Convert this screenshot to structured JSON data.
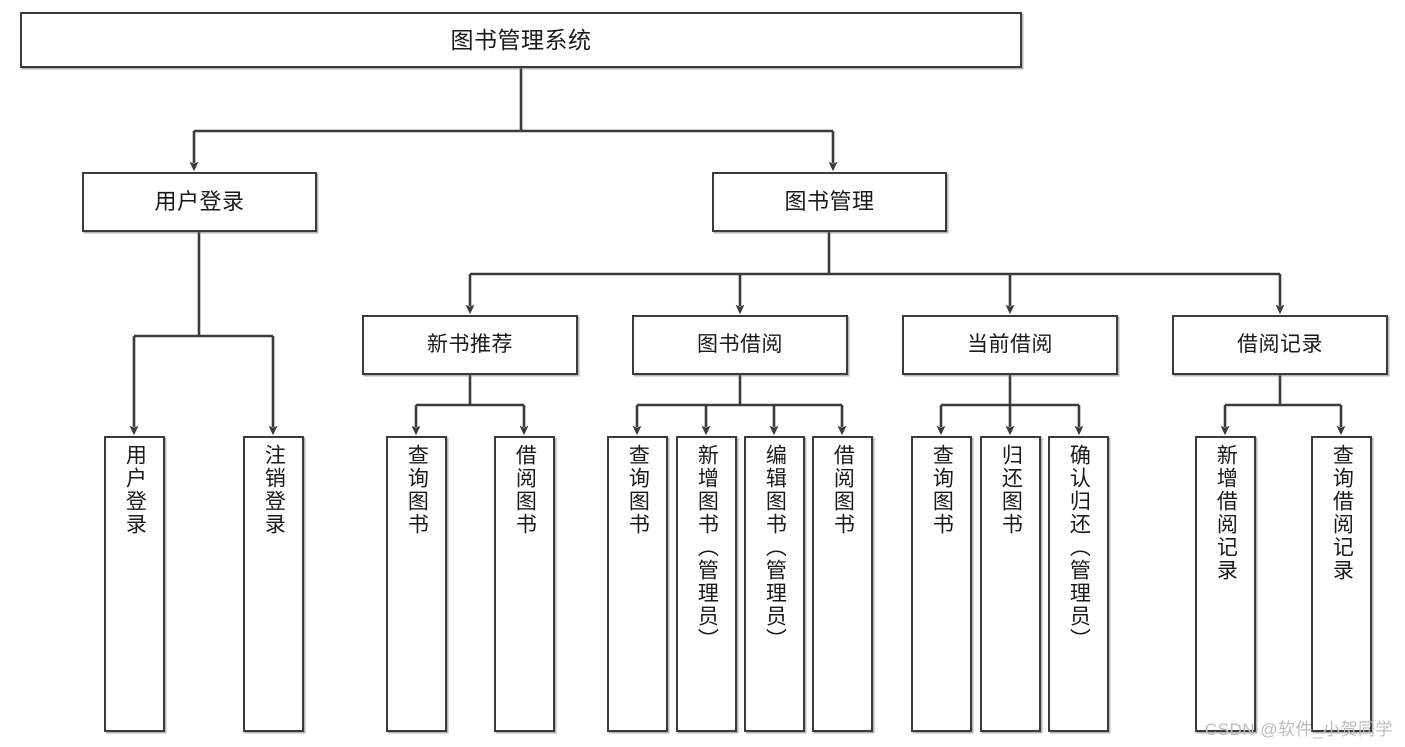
{
  "diagram": {
    "title": "图书管理系统",
    "type": "tree-hierarchy",
    "watermark": "CSDN @软件_小贺同学",
    "colors": {
      "box_border": "#3b3b3b",
      "box_fill": "#ffffff",
      "connector": "#3b3b3b",
      "text": "#1a1a1a",
      "watermark": "#bdbdbd",
      "background": "#ffffff"
    }
  },
  "nodes": {
    "root": {
      "label": "图书管理系统"
    },
    "level2": [
      {
        "id": "user-login",
        "label": "用户登录"
      },
      {
        "id": "book-manage",
        "label": "图书管理"
      }
    ],
    "level3": [
      {
        "id": "new-book-recommend",
        "label": "新书推荐"
      },
      {
        "id": "book-borrow",
        "label": "图书借阅"
      },
      {
        "id": "current-borrow",
        "label": "当前借阅"
      },
      {
        "id": "borrow-record",
        "label": "借阅记录"
      }
    ],
    "leaves": {
      "user_login": [
        {
          "id": "leaf-user-login",
          "label": "用户登录"
        },
        {
          "id": "leaf-logout-login",
          "label": "注销登录"
        }
      ],
      "new_book_recommend": [
        {
          "id": "leaf-query-book-1",
          "label": "查询图书"
        },
        {
          "id": "leaf-borrow-book-1",
          "label": "借阅图书"
        }
      ],
      "book_borrow": [
        {
          "id": "leaf-query-book-2",
          "label": "查询图书"
        },
        {
          "id": "leaf-add-book",
          "label": "新增图书（管理员）"
        },
        {
          "id": "leaf-edit-book",
          "label": "编辑图书（管理员）"
        },
        {
          "id": "leaf-borrow-book-2",
          "label": "借阅图书"
        }
      ],
      "current_borrow": [
        {
          "id": "leaf-query-book-3",
          "label": "查询图书"
        },
        {
          "id": "leaf-return-book",
          "label": "归还图书"
        },
        {
          "id": "leaf-confirm-return",
          "label": "确认归还（管理员）"
        }
      ],
      "borrow_record": [
        {
          "id": "leaf-add-record",
          "label": "新增借阅记录"
        },
        {
          "id": "leaf-query-record",
          "label": "查询借阅记录"
        }
      ]
    }
  }
}
